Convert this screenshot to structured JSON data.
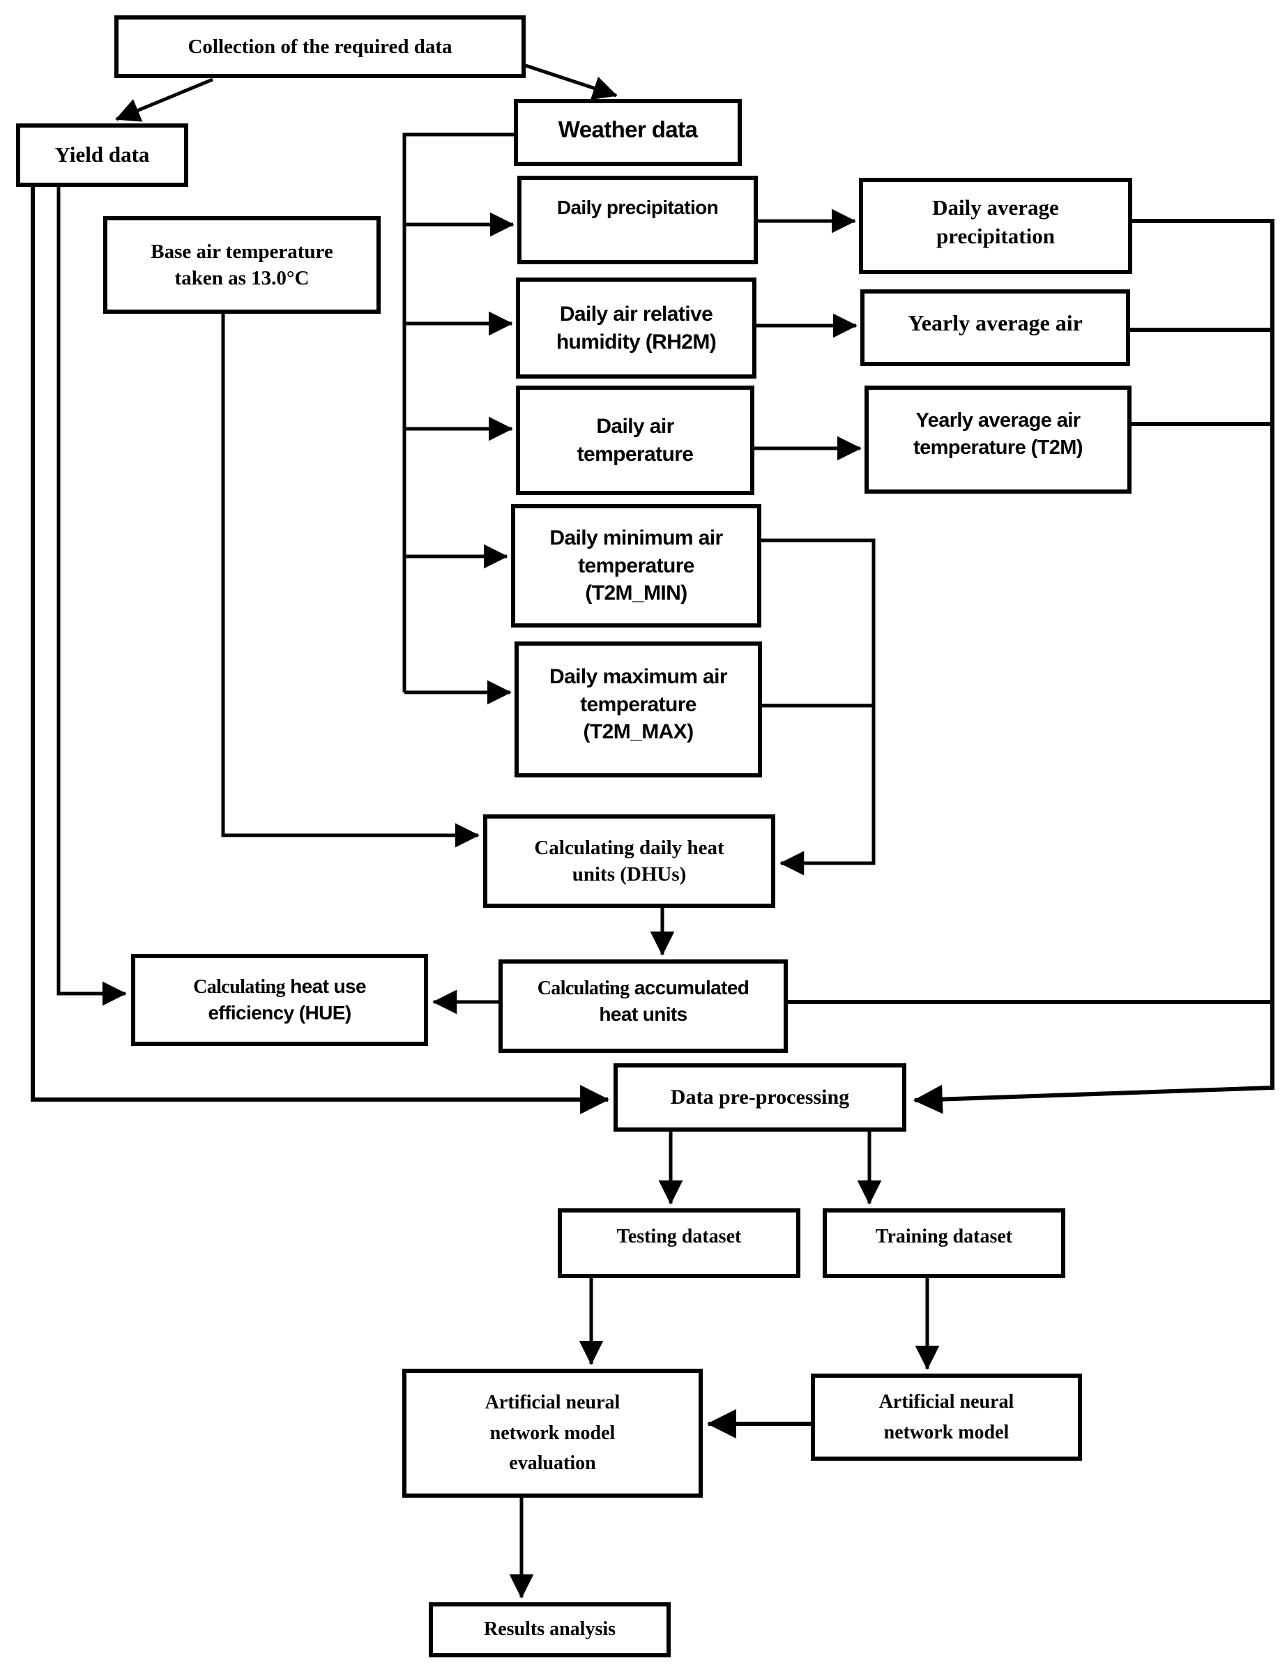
{
  "diagram": {
    "background_color": "#ffffff",
    "line_color": "#000000",
    "text_color": "#000000"
  },
  "nodes": {
    "collection": {
      "label": "Collection of the required data"
    },
    "yield": {
      "label": "Yield data"
    },
    "weather": {
      "label": "Weather data"
    },
    "daily_precip": {
      "label": "Daily precipitation"
    },
    "avg_precip": {
      "label": "Daily average\nprecipitation"
    },
    "base_temp": {
      "label": "Base air temperature\ntaken as 13.0°C"
    },
    "rh2m": {
      "label": "Daily air relative\nhumidity (RH2M)"
    },
    "yearly_air": {
      "label": "Yearly average air"
    },
    "daily_temp": {
      "label": "Daily air\ntemperature"
    },
    "yearly_t2m": {
      "label": "Yearly average air\ntemperature (T2M)"
    },
    "t2m_min": {
      "label": "Daily minimum air\ntemperature\n(T2M_MIN)"
    },
    "t2m_max": {
      "label": "Daily maximum air\ntemperature\n(T2M_MAX)"
    },
    "dhu": {
      "label": "Calculating daily heat\nunits (DHUs)"
    },
    "hue": {
      "line1_lead": "Calculating",
      "line1_rest": " heat use",
      "line2": "efficiency (HUE)"
    },
    "accumulated": {
      "line1_lead": "Calculating",
      "line1_rest": " accumulated",
      "line2": "heat units"
    },
    "preproc": {
      "label": "Data pre-processing"
    },
    "testing": {
      "label": "Testing dataset"
    },
    "training": {
      "label": "Training dataset"
    },
    "ann_eval": {
      "label": "Artificial neural\nnetwork model\nevaluation"
    },
    "ann_model": {
      "label": "Artificial neural\nnetwork model"
    },
    "results": {
      "label": "Results analysis"
    }
  }
}
